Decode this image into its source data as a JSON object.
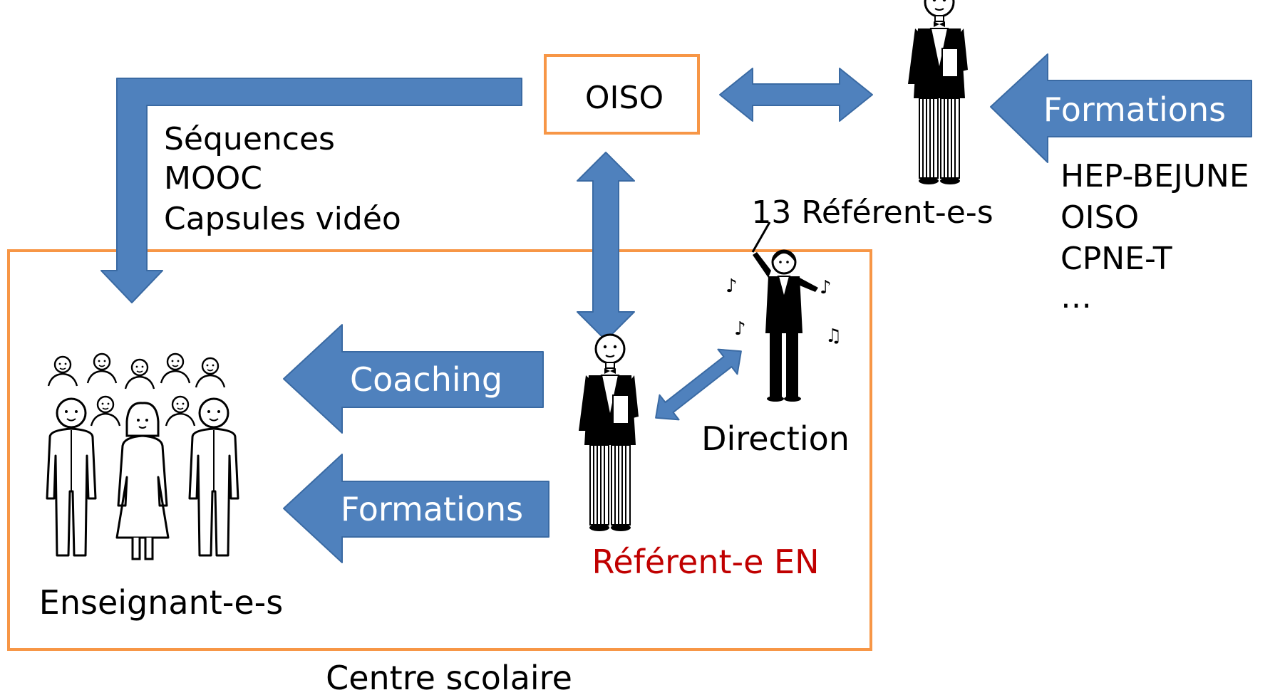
{
  "nodes": {
    "oiso_box": "OISO",
    "referents_13": "13 Référent-e-s",
    "direction": "Direction",
    "referent_en": "Référent-e EN",
    "enseignants": "Enseignant-e-s",
    "centre_scolaire": "Centre scolaire"
  },
  "arrows": {
    "formations_top": "Formations",
    "coaching": "Coaching",
    "formations_bottom": "Formations"
  },
  "resources": [
    "Séquences",
    "MOOC",
    "Capsules vidéo"
  ],
  "providers": [
    "HEP-BEJUNE",
    "OISO",
    "CPNE-T",
    "…"
  ],
  "colors": {
    "arrow_fill": "#4f81bd",
    "arrow_stroke": "#3a6aa3",
    "box_border": "#f79646",
    "referent_en_text": "#c00000",
    "text": "#111111"
  },
  "icons": {
    "referent": "waiter-figure-icon",
    "conductor": "conductor-figure-icon",
    "group": "people-group-icon"
  }
}
